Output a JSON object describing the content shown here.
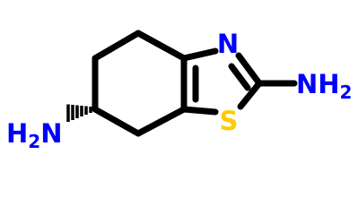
{
  "molecule": {
    "atoms": {
      "ring_nitrogen": "N",
      "ring_sulfur": "S",
      "amine_right_main": "NH",
      "amine_right_sub": "2",
      "amine_left_pre": "H",
      "amine_left_sub": "2",
      "amine_left_main": "N"
    },
    "colors": {
      "bond": "#000000",
      "nitrogen": "#0000ff",
      "sulfur": "#ffcc00",
      "background": "#ffffff"
    }
  }
}
